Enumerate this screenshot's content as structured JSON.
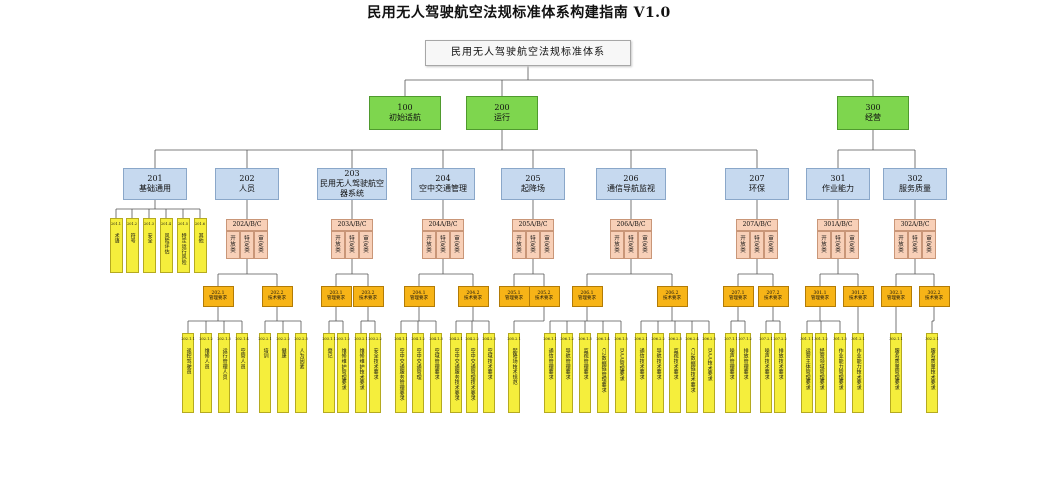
{
  "title": "民用无人驾驶航空法规标准体系构建指南 V1.0",
  "root": "民用无人驾驶航空法规标准体系",
  "level1": [
    {
      "code": "100",
      "label": "初始适航"
    },
    {
      "code": "200",
      "label": "运行"
    },
    {
      "code": "300",
      "label": "经营"
    }
  ],
  "level2": [
    {
      "code": "201",
      "label": "基础通用"
    },
    {
      "code": "202",
      "label": "人员"
    },
    {
      "code": "203",
      "label": "民用无人驾驶航空器系统"
    },
    {
      "code": "204",
      "label": "空中交通管理"
    },
    {
      "code": "205",
      "label": "起降场"
    },
    {
      "code": "206",
      "label": "通信导航监视"
    },
    {
      "code": "207",
      "label": "环保"
    },
    {
      "code": "301",
      "label": "作业能力"
    },
    {
      "code": "302",
      "label": "服务质量"
    }
  ],
  "basic_items": [
    {
      "code": "201.1",
      "label": "术语"
    },
    {
      "code": "201.2",
      "label": "符号"
    },
    {
      "code": "201.3",
      "label": "安全"
    },
    {
      "code": "201.4",
      "label": "风险评估"
    },
    {
      "code": "201.5",
      "label": "特定运行风险"
    },
    {
      "code": "201.6",
      "label": "其他"
    }
  ],
  "abc_headers": [
    "202A/B/C",
    "203A/B/C",
    "204A/B/C",
    "205A/B/C",
    "206A/B/C",
    "207A/B/C",
    "301A/B/C",
    "302A/B/C"
  ],
  "abc_cells": [
    "开放类",
    "特定类",
    "审定类"
  ],
  "level3": [
    {
      "code": "202.1",
      "label": "管理要求"
    },
    {
      "code": "202.2",
      "label": "技术要求"
    },
    {
      "code": "203.1",
      "label": "管理要求"
    },
    {
      "code": "203.2",
      "label": "技术要求"
    },
    {
      "code": "204.1",
      "label": "管理要求"
    },
    {
      "code": "204.2",
      "label": "技术要求"
    },
    {
      "code": "205.1",
      "label": "管理要求"
    },
    {
      "code": "205.2",
      "label": "技术要求"
    },
    {
      "code": "206.1",
      "label": "管理要求"
    },
    {
      "code": "206.2",
      "label": "技术要求"
    },
    {
      "code": "207.1",
      "label": "管理要求"
    },
    {
      "code": "207.2",
      "label": "技术要求"
    },
    {
      "code": "301.1",
      "label": "管理要求"
    },
    {
      "code": "301.2",
      "label": "技术要求"
    },
    {
      "code": "302.1",
      "label": "管理要求"
    },
    {
      "code": "302.2",
      "label": "技术要求"
    }
  ],
  "leaves": [
    {
      "code": "202.1.1",
      "label": "遥控驾驶员"
    },
    {
      "code": "202.1.2",
      "label": "维修人员"
    },
    {
      "code": "202.1.3",
      "label": "运行管理人员"
    },
    {
      "code": "202.1.4",
      "label": "空管人员"
    },
    {
      "code": "202.2.1",
      "label": "培训"
    },
    {
      "code": "202.2.2",
      "label": "健康"
    },
    {
      "code": "202.2.3",
      "label": "人为因素"
    },
    {
      "code": "203.1.1",
      "label": "登记"
    },
    {
      "code": "203.1.2",
      "label": "维修维护管理要求"
    },
    {
      "code": "203.2.1",
      "label": "维修维护技术要求"
    },
    {
      "code": "203.2.2",
      "label": "安全技术要求"
    },
    {
      "code": "204.1.1",
      "label": "空中交通服务管理要求"
    },
    {
      "code": "204.1.2",
      "label": "空中交通管理"
    },
    {
      "code": "204.1.3",
      "label": "空域管理要求"
    },
    {
      "code": "204.2.1",
      "label": "空中交通服务技术要求"
    },
    {
      "code": "204.2.2",
      "label": "空中交通管理技术要求"
    },
    {
      "code": "204.2.3",
      "label": "空域技术要求"
    },
    {
      "code": "205.2.1",
      "label": "起降场技术规范"
    },
    {
      "code": "206.1.1",
      "label": "通信管理要求"
    },
    {
      "code": "206.1.2",
      "label": "导航管理要求"
    },
    {
      "code": "206.1.3",
      "label": "监视管理要求"
    },
    {
      "code": "206.1.4",
      "label": "C2数据链管理要求"
    },
    {
      "code": "206.1.5",
      "label": "DAA管理要求"
    },
    {
      "code": "206.2.1",
      "label": "通信技术要求"
    },
    {
      "code": "206.2.2",
      "label": "导航技术要求"
    },
    {
      "code": "206.2.3",
      "label": "监视技术要求"
    },
    {
      "code": "206.2.4",
      "label": "C2数据链技术要求"
    },
    {
      "code": "206.2.5",
      "label": "DAA技术要求"
    },
    {
      "code": "207.1.1",
      "label": "噪声管理要求"
    },
    {
      "code": "207.1.2",
      "label": "排放管理要求"
    },
    {
      "code": "207.2.1",
      "label": "噪声技术要求"
    },
    {
      "code": "207.2.2",
      "label": "排放技术要求"
    },
    {
      "code": "301.1.1",
      "label": "运营主体管理要求"
    },
    {
      "code": "301.1.2",
      "label": "经营领域管理要求"
    },
    {
      "code": "301.1.3",
      "label": "作业能力管理要求"
    },
    {
      "code": "301.2.1",
      "label": "作业能力技术要求"
    },
    {
      "code": "302.1.1",
      "label": "服务质量管理要求"
    },
    {
      "code": "302.2.1",
      "label": "服务质量技术要求"
    }
  ]
}
